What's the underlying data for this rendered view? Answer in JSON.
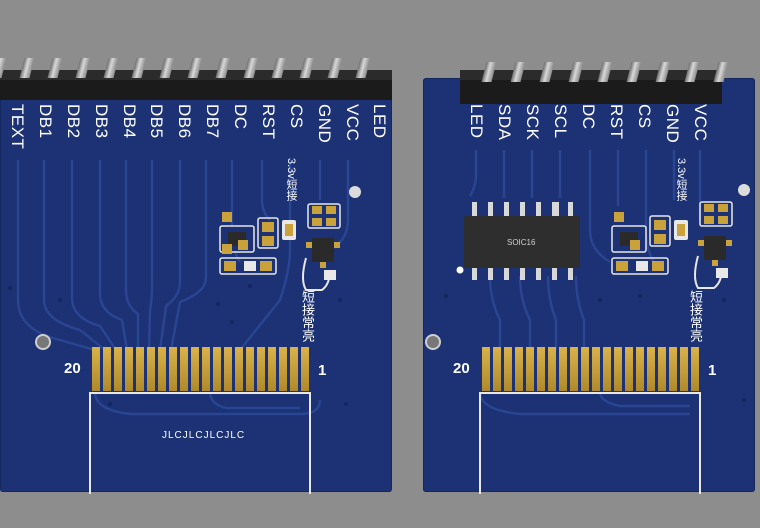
{
  "left_board": {
    "pin_labels": [
      "TEXT",
      "DB1",
      "DB2",
      "DB3",
      "DB4",
      "DB5",
      "DB6",
      "DB7",
      "DC",
      "RST",
      "CS",
      "GND",
      "VCC",
      "LED"
    ],
    "jumper_label": "3.3v短接",
    "backlight_label": "短接常亮",
    "ffc_pin_first": "20",
    "ffc_pin_last": "1",
    "silk_text": "JLCJLCJLCJLC"
  },
  "right_board": {
    "pin_labels": [
      "LED",
      "SDA",
      "SCK",
      "SCL",
      "DC",
      "RST",
      "CS",
      "GND",
      "VCC"
    ],
    "ic_label": "SOIC16",
    "jumper_label": "3.3v短接",
    "backlight_label": "短接常亮",
    "ffc_pin_first": "20",
    "ffc_pin_last": "1"
  },
  "colors": {
    "background": "#8d8d8d",
    "pcb": "#1c3275",
    "trace": "#2a4592",
    "gold": "#c9a23c",
    "silkscreen": "#ffffff"
  }
}
